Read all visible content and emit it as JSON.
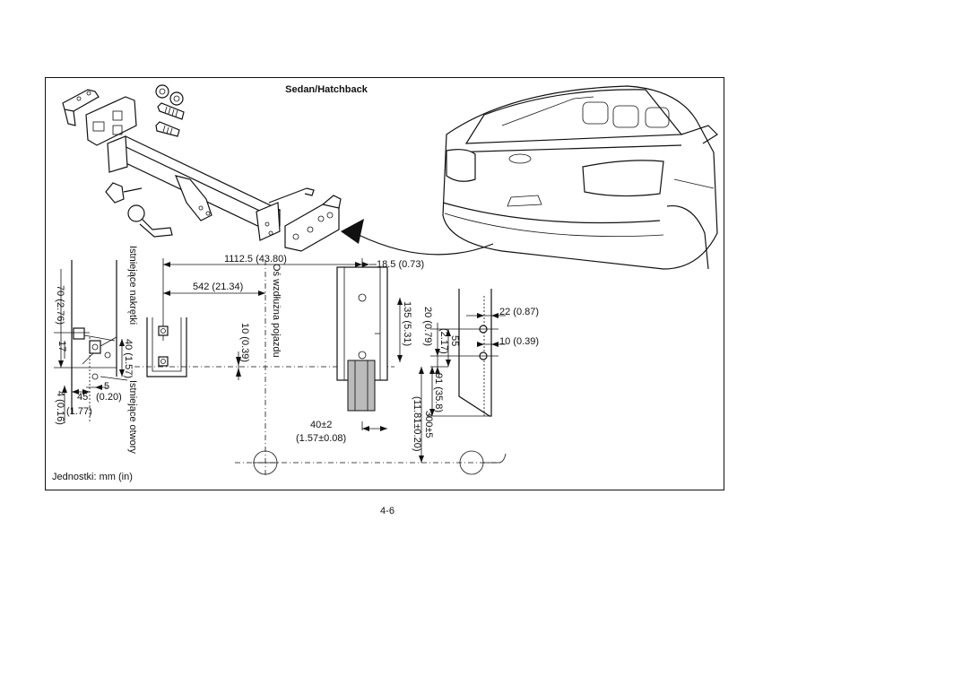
{
  "figure": {
    "title": "Sedan/Hatchback",
    "units_note": "Jednostki: mm (in)",
    "page_number": "4-6"
  },
  "dimensions": {
    "d_1112": "1112.5 (43.80)",
    "d_542": "542 (21.34)",
    "d_18": "18.5 (0.73)",
    "d_135": "135 (5.31)",
    "d_20": "20 (0.79)",
    "d_22": "22 (0.87)",
    "d_55_a": "55",
    "d_55_b": "(2.17)",
    "d_10b": "10 (0.39)",
    "d_91": "91 (35.8)",
    "d_300_a": "300±5",
    "d_300_b": "(11.81±0.20)",
    "d_40pm_a": "40±2",
    "d_40pm_b": "(1.57±0.08)",
    "d_10a": "10 (0.39)",
    "d_70": "70 (2.76)",
    "d_17": "17",
    "d_40": "40 (1.57)",
    "d_5_a": "5",
    "d_5_b": "(0.20)",
    "d_45_a": "45",
    "d_45_b": "(1.77)",
    "d_4": "4 (0.16)"
  },
  "labels": {
    "nuts": "Istniejące nakrętki",
    "holes": "Istniejące otwory",
    "axis": "Oś wzdłużna pojazdu"
  }
}
